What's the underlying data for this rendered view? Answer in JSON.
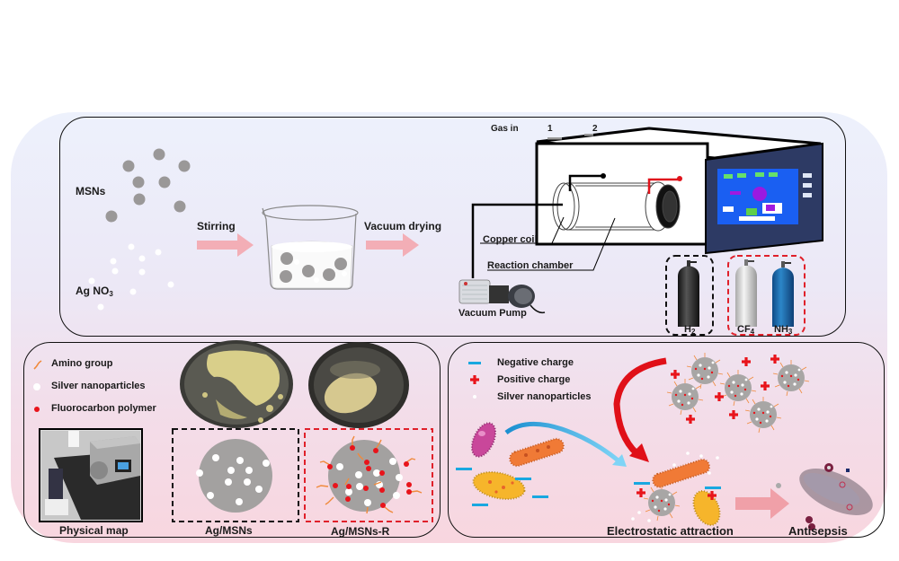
{
  "figure": {
    "panels": {
      "synthesis": {
        "labels": {
          "msns": "MSNs",
          "agno3_main": "Ag NO",
          "agno3_sub": "3",
          "stirring": "Stirring",
          "vacuum_drying": "Vacuum drying",
          "gas_in": "Gas in",
          "gas_port_1": "1",
          "gas_port_2": "2",
          "copper_coil": "Copper coil",
          "reaction_chamber": "Reaction chamber",
          "vacuum_pump": "Vacuum Pump"
        },
        "gas_cylinders": [
          {
            "main": "H",
            "sub": "2",
            "color": "#2b2b2b",
            "group": "black"
          },
          {
            "main": "CF",
            "sub": "4",
            "color": "#d8d8d8",
            "group": "red"
          },
          {
            "main": "NH",
            "sub": "3",
            "color": "#1e6aa8",
            "group": "red"
          }
        ]
      },
      "materials": {
        "legend": [
          {
            "icon": "amino-group-icon",
            "label": "Amino group"
          },
          {
            "icon": "silver-nanoparticle-icon",
            "label": "Silver nanoparticles"
          },
          {
            "icon": "fluorocarbon-polymer-icon",
            "label": "Fluorocarbon polymer"
          }
        ],
        "captions": {
          "physical_map": "Physical map",
          "ag_msns": "Ag/MSNs",
          "ag_msns_r": "Ag/MSNs-R"
        }
      },
      "mechanism": {
        "legend": [
          {
            "icon": "negative-charge-icon",
            "label": "Negative charge"
          },
          {
            "icon": "positive-charge-icon",
            "label": "Positive charge"
          },
          {
            "icon": "silver-nanoparticle-icon",
            "label": "Silver nanoparticles"
          }
        ],
        "captions": {
          "electrostatic_attraction": "Electrostatic attraction",
          "antisepsis": "Antisepsis"
        }
      }
    },
    "colors": {
      "msn_gray": "#9a9898",
      "silver_white": "#ffffff",
      "fluorocarbon_red": "#e8141b",
      "amino_orange": "#f08a3c",
      "negative_blue": "#19a8e0",
      "arrow_pink": "#f4a0a8",
      "dashed_red": "#e0202a"
    }
  }
}
